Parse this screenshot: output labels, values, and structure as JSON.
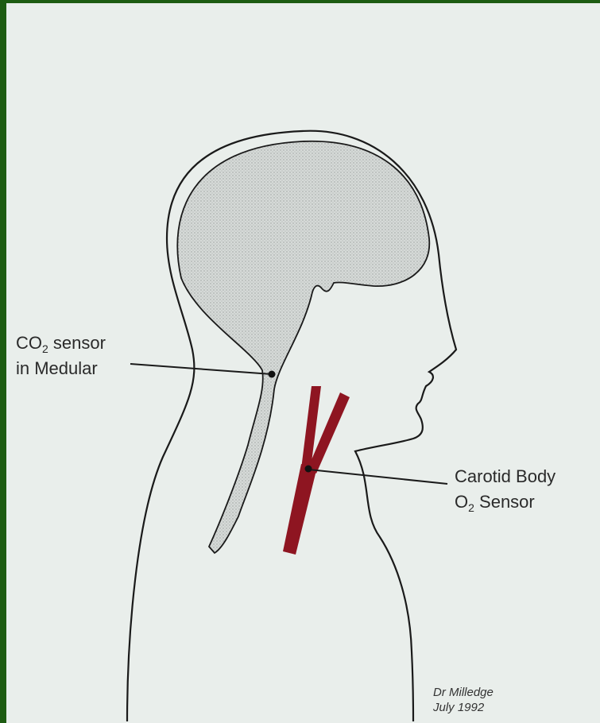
{
  "colors": {
    "background": "#e9eeeb",
    "border": "#1d5c12",
    "outline": "#1a1a1a",
    "artery": "#8e1521",
    "brain_fill": "#d4d8d6"
  },
  "labels": {
    "co2": {
      "prefix": "CO",
      "sub": "2",
      "suffix": " sensor",
      "line2": "in Medular"
    },
    "carotid": {
      "line1": "Carotid Body",
      "prefix": "O",
      "sub": "2",
      "suffix": " Sensor"
    }
  },
  "signature": {
    "line1": "Dr Milledge",
    "line2": "July 1992"
  }
}
